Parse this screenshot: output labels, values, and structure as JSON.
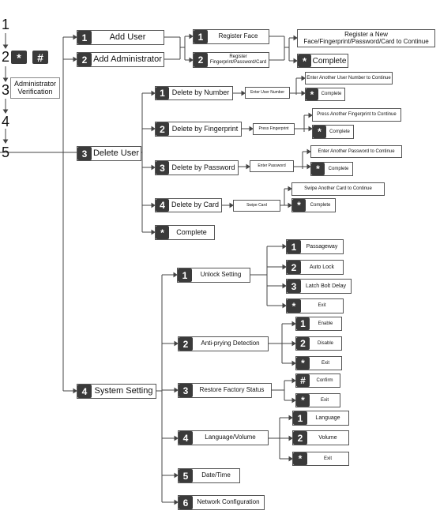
{
  "steps": [
    "1",
    "2",
    "3",
    "4",
    "5"
  ],
  "step2_keys": [
    "*",
    "#"
  ],
  "admin_verification": [
    "Administrator",
    "Verification"
  ],
  "menu": {
    "add_user": {
      "num": "1",
      "label": "Add User"
    },
    "add_admin": {
      "num": "2",
      "label": "Add Administrator"
    },
    "delete_user": {
      "num": "3",
      "label": "Delete User"
    },
    "system_setting": {
      "num": "4",
      "label": "System Setting"
    }
  },
  "register": {
    "face": {
      "num": "1",
      "label": "Register  Face"
    },
    "fingerprint": {
      "num": "2",
      "label": [
        "Register",
        "Fingerprint/Password/Card"
      ]
    },
    "register_new": [
      "Register a New",
      "Face/Fingerprint/Password/Card to Continue"
    ],
    "complete": {
      "key": "*",
      "label": "Complete"
    }
  },
  "delete": {
    "by_number": {
      "num": "1",
      "label": "Delete by Number",
      "action": "Enter User Number",
      "continue": "Enter Another User Number to Continue",
      "complete": "Complete"
    },
    "by_fingerprint": {
      "num": "2",
      "label": "Delete by Fingerprint",
      "action": "Press Fingerprint",
      "continue": "Press Another Fingerprint to Continue",
      "complete": "Complete"
    },
    "by_password": {
      "num": "3",
      "label": "Delete by Password",
      "action": "Enter Password",
      "continue": "Enter Another Password to Continue",
      "complete": "Complete"
    },
    "by_card": {
      "num": "4",
      "label": "Delete by Card",
      "action": "Swipe Card",
      "continue": "Swipe Another Card to Continue",
      "complete": "Complete"
    },
    "complete": {
      "key": "*",
      "label": "Complete"
    }
  },
  "system": {
    "unlock_setting": {
      "num": "1",
      "label": "Unlock Setting",
      "options": [
        {
          "key": "1",
          "label": "Passageway"
        },
        {
          "key": "2",
          "label": "Auto Lock"
        },
        {
          "key": "3",
          "label": "Latch Bolt Delay"
        },
        {
          "key": "*",
          "label": "Exit"
        }
      ]
    },
    "anti_prying": {
      "num": "2",
      "label": "Anti-prying Detection",
      "options": [
        {
          "key": "1",
          "label": "Enable"
        },
        {
          "key": "2",
          "label": "Disable"
        },
        {
          "key": "*",
          "label": "Exit"
        }
      ]
    },
    "restore_factory": {
      "num": "3",
      "label": "Restore Factory Status",
      "options": [
        {
          "key": "#",
          "label": "Confirm"
        },
        {
          "key": "*",
          "label": "Exit"
        }
      ]
    },
    "language_volume": {
      "num": "4",
      "label": "Language/Volume",
      "options": [
        {
          "key": "1",
          "label": "Language"
        },
        {
          "key": "2",
          "label": "Volume"
        },
        {
          "key": "*",
          "label": "Exit"
        }
      ]
    },
    "date_time": {
      "num": "5",
      "label": "Date/Time"
    },
    "network": {
      "num": "6",
      "label": "Network Configuration"
    }
  }
}
